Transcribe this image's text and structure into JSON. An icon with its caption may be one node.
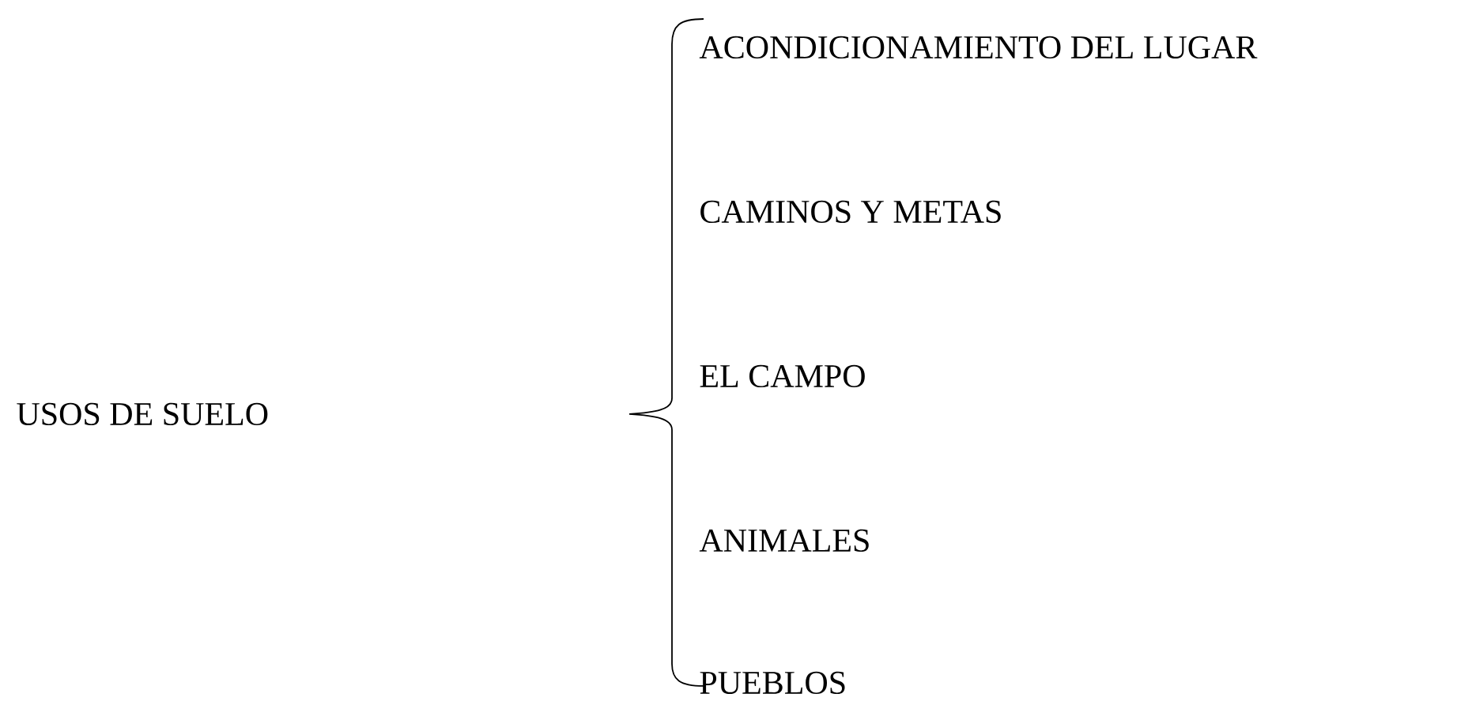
{
  "diagram": {
    "labels": [
      "USOS DE SUELO",
      "ACONDICIONAMIENTO DEL LUGAR",
      "CAMINOS Y METAS",
      "EL CAMPO",
      "ANIMALES",
      "PUEBLOS"
    ]
  }
}
